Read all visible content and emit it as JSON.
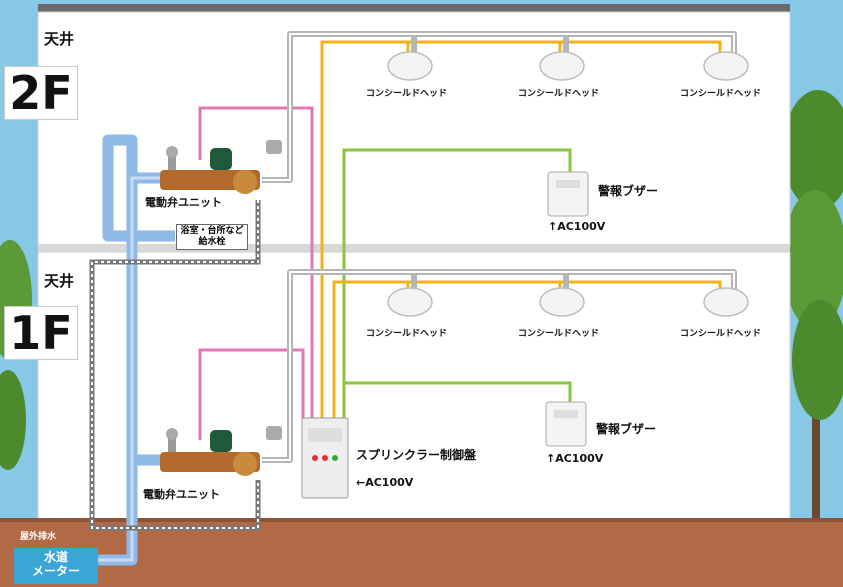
{
  "floors": {
    "upper": {
      "floor_label": "2F",
      "ceiling_label": "天井"
    },
    "lower": {
      "floor_label": "1F",
      "ceiling_label": "天井"
    }
  },
  "sprinkler_heads": {
    "label": "コンシールドヘッド"
  },
  "alarm_buzzer": {
    "label": "警報ブザー",
    "power": "↑AC100V"
  },
  "valve_unit": {
    "label": "電動弁ユニット"
  },
  "faucet_note": {
    "line1": "浴室・台所など",
    "line2": "給水栓"
  },
  "control_panel": {
    "label": "スプリンクラー制御盤",
    "power": "←AC100V"
  },
  "outdoor_drain": {
    "label": "屋外排水"
  },
  "water_meter": {
    "line1": "水道",
    "line2": "メーター"
  },
  "colors": {
    "sky": "#7fc3e2",
    "water_pipe": "#8fb9e6",
    "pink_wire": "#e07ab6",
    "yellow_wire": "#f2b21c",
    "green_wire": "#8cc63f",
    "ground": "#b26a46"
  }
}
